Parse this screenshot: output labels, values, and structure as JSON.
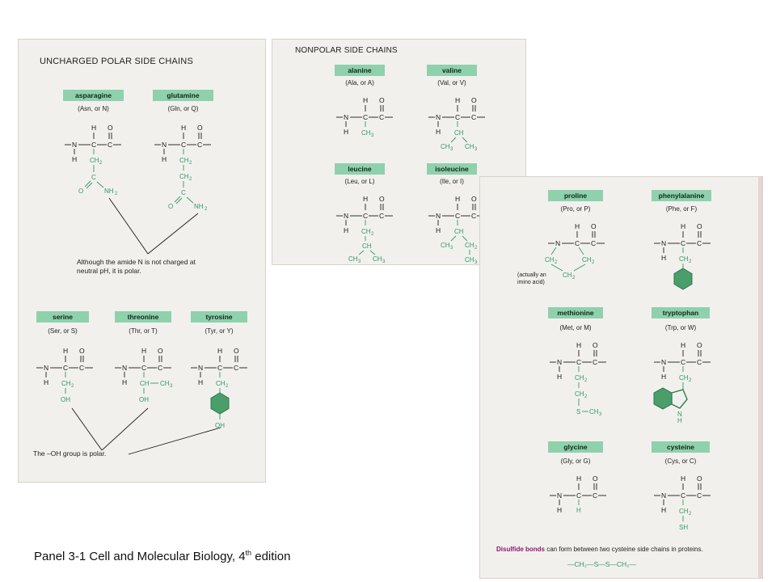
{
  "polar": {
    "title": "UNCHARGED POLAR SIDE CHAINS",
    "amino_acids": [
      {
        "name": "asparagine",
        "abbr": "(Asn, or N)"
      },
      {
        "name": "glutamine",
        "abbr": "(Gln, or Q)"
      },
      {
        "name": "serine",
        "abbr": "(Ser, or S)"
      },
      {
        "name": "threonine",
        "abbr": "(Thr, or T)"
      },
      {
        "name": "tyrosine",
        "abbr": "(Tyr, or Y)"
      }
    ],
    "amide_note_1": "Although the amide N is not charged at",
    "amide_note_2": "neutral pH, it is polar.",
    "oh_note": "The –OH group is polar."
  },
  "nonpolar": {
    "title": "NONPOLAR SIDE CHAINS",
    "amino_acids": [
      {
        "name": "alanine",
        "abbr": "(Ala, or A)"
      },
      {
        "name": "valine",
        "abbr": "(Val, or V)"
      },
      {
        "name": "leucine",
        "abbr": "(Leu, or L)"
      },
      {
        "name": "isoleucine",
        "abbr": "(Ile, or I)"
      },
      {
        "name": "proline",
        "abbr": "(Pro, or P)"
      },
      {
        "name": "phenylalanine",
        "abbr": "(Phe, or F)"
      },
      {
        "name": "methionine",
        "abbr": "(Met, or M)"
      },
      {
        "name": "tryptophan",
        "abbr": "(Trp, or W)"
      },
      {
        "name": "glycine",
        "abbr": "(Gly, or G)"
      },
      {
        "name": "cysteine",
        "abbr": "(Cys, or C)"
      }
    ],
    "proline_note_1": "(actually an",
    "proline_note_2": "imino acid)",
    "disulfide_bold": "Disulfide bonds",
    "disulfide_rest": " can form between two cysteine side chains in proteins.",
    "disulfide_formula": "—CH₂—S—S—CH₂—"
  },
  "caption": {
    "main": "Panel 3-1 Cell and Molecular Biology, 4",
    "sup": "th",
    "tail": " edition"
  },
  "colors": {
    "label_fill": "#8fd1ad",
    "sidechain": "#2e9a63",
    "panel_bg": "#f2f0ec",
    "disulfide_text": "#8b1a6b"
  }
}
